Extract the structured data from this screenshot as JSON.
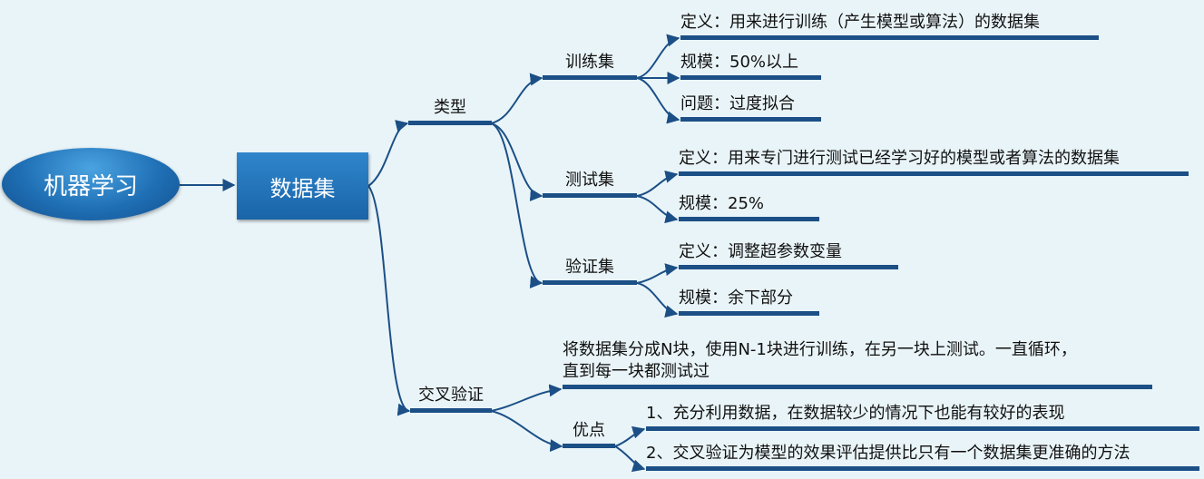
{
  "root": {
    "label": "机器学习"
  },
  "main": {
    "label": "数据集"
  },
  "types": {
    "label": "类型",
    "train": {
      "label": "训练集",
      "definition": "定义：用来进行训练（产生模型或算法）的数据集",
      "scale": "规模：50%以上",
      "problem": "问题：过度拟合"
    },
    "test": {
      "label": "测试集",
      "definition": "定义：用来专门进行测试已经学习好的模型或者算法的数据集",
      "scale": "规模：25%"
    },
    "validation": {
      "label": "验证集",
      "definition": "定义：调整超参数变量",
      "scale": "规模：余下部分"
    }
  },
  "cv": {
    "label": "交叉验证",
    "description_line1": "将数据集分成N块，使用N-1块进行训练，在另一块上测试。一直循环，",
    "description_line2": "直到每一块都测试过",
    "advantages": {
      "label": "优点",
      "item1": "1、充分利用数据，在数据较少的情况下也能有较好的表现",
      "item2": "2、交叉验证为模型的效果评估提供比只有一个数据集更准确的方法"
    }
  },
  "colors": {
    "line": "#1b4f86",
    "background": "#e9f4f8",
    "accent": "#1f6fb5"
  }
}
